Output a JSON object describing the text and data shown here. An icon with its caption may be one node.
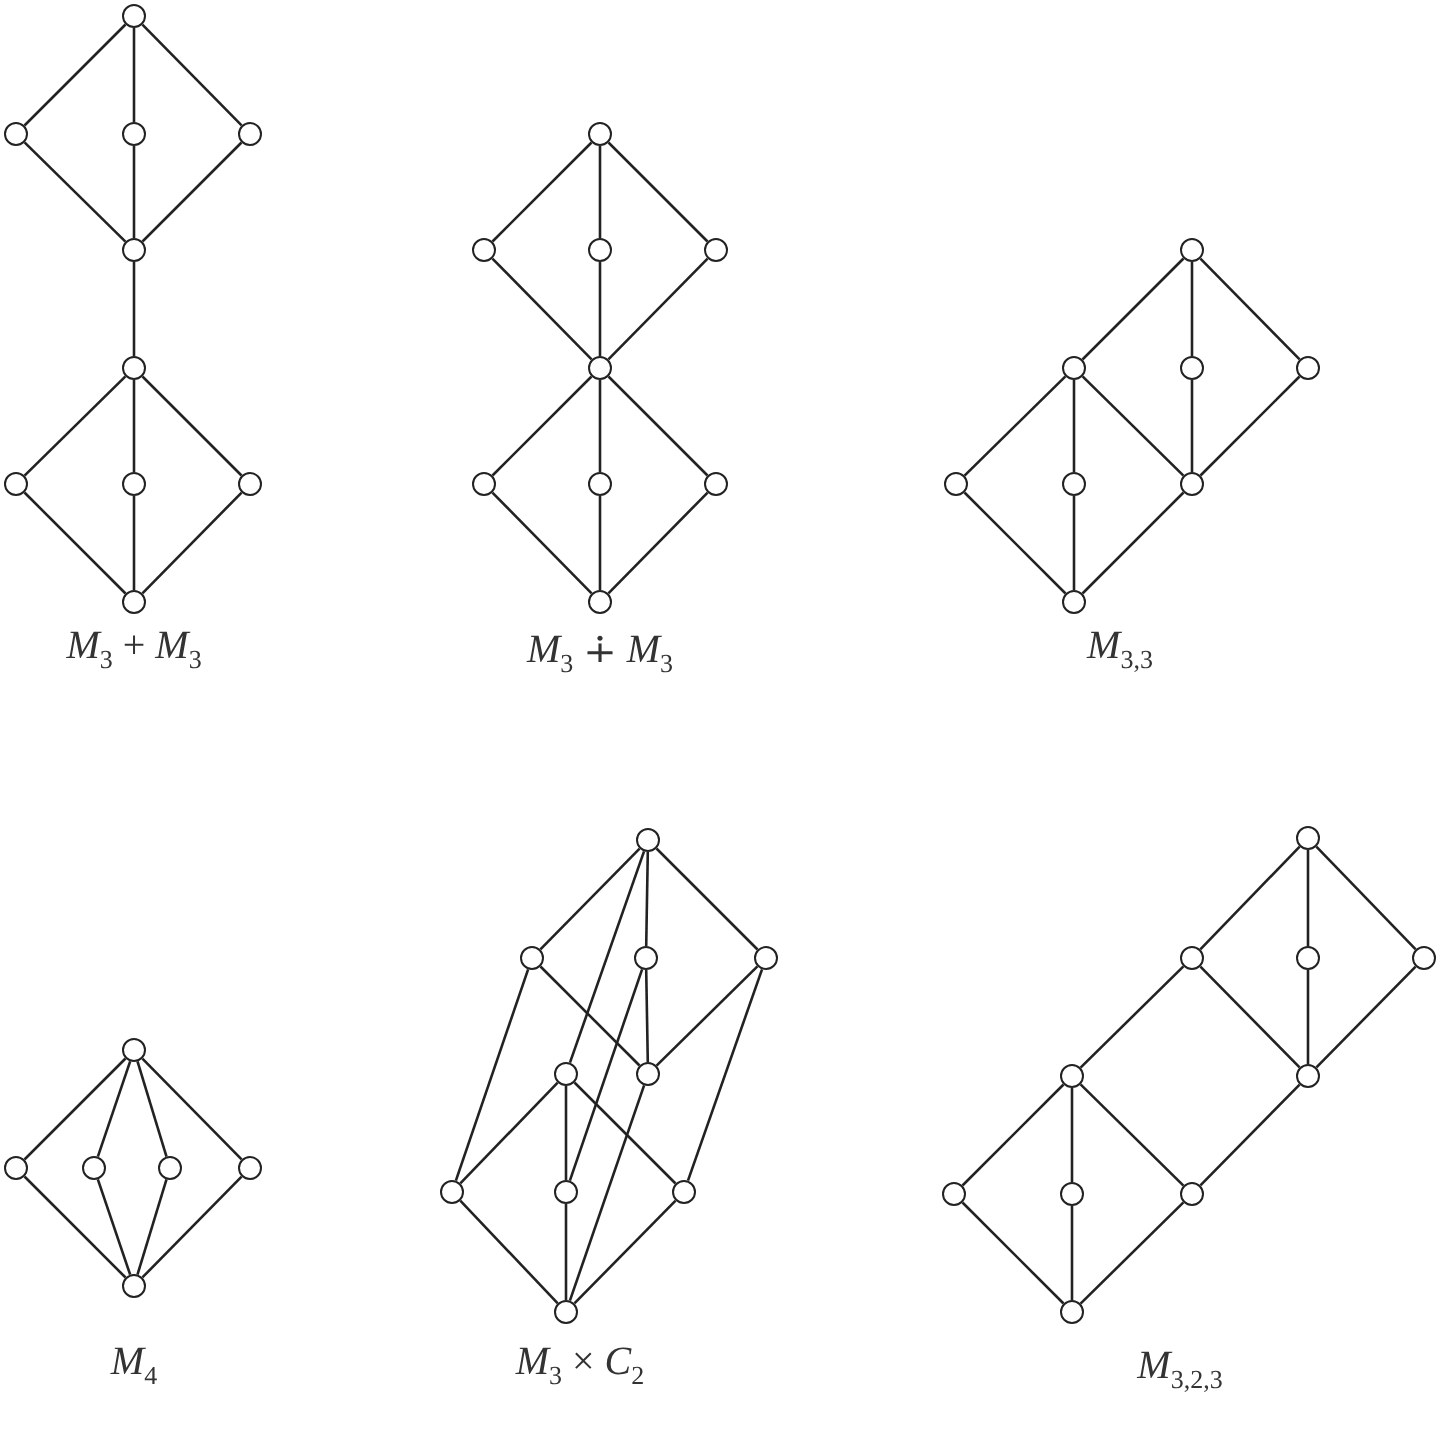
{
  "diagram": {
    "nodes": [
      {
        "text": [],
        "shape": "circle"
      },
      {
        "text": [],
        "shape": "circle"
      },
      {
        "text": [],
        "shape": "circle"
      },
      {
        "text": [],
        "shape": "circle"
      },
      {
        "text": [],
        "shape": "circle"
      },
      {
        "text": [],
        "shape": "circle"
      },
      {
        "text": [],
        "shape": "circle"
      },
      {
        "text": [],
        "shape": "circle"
      },
      {
        "text": [],
        "shape": "circle"
      },
      {
        "text": [],
        "shape": "circle"
      },
      {
        "text": [],
        "shape": "circle"
      },
      {
        "text": [],
        "shape": "circle"
      },
      {
        "text": [],
        "shape": "circle"
      },
      {
        "text": [],
        "shape": "circle"
      },
      {
        "text": [],
        "shape": "circle"
      },
      {
        "text": [],
        "shape": "circle"
      },
      {
        "text": [],
        "shape": "circle"
      },
      {
        "text": [],
        "shape": "circle"
      },
      {
        "text": [],
        "shape": "circle"
      },
      {
        "text": [],
        "shape": "circle"
      },
      {
        "text": [],
        "shape": "circle"
      },
      {
        "text": [],
        "shape": "circle"
      },
      {
        "text": [],
        "shape": "circle"
      },
      {
        "text": [],
        "shape": "circle"
      },
      {
        "text": [],
        "shape": "circle"
      },
      {
        "text": [],
        "shape": "circle"
      },
      {
        "text": [],
        "shape": "circle"
      },
      {
        "text": [],
        "shape": "circle"
      },
      {
        "text": [],
        "shape": "circle"
      },
      {
        "text": [],
        "shape": "circle"
      },
      {
        "text": [],
        "shape": "circle"
      },
      {
        "text": [],
        "shape": "circle"
      },
      {
        "text": [],
        "shape": "circle"
      },
      {
        "text": [],
        "shape": "circle"
      },
      {
        "text": [],
        "shape": "circle"
      },
      {
        "text": [],
        "shape": "circle"
      },
      {
        "text": [],
        "shape": "circle"
      },
      {
        "text": [],
        "shape": "circle"
      },
      {
        "text": [],
        "shape": "circle"
      },
      {
        "text": [],
        "shape": "circle"
      },
      {
        "text": [],
        "shape": "circle"
      },
      {
        "text": [],
        "shape": "circle"
      },
      {
        "text": [],
        "shape": "circle"
      },
      {
        "text": [],
        "shape": "circle"
      },
      {
        "text": [],
        "shape": "circle"
      },
      {
        "text": [],
        "shape": "circle"
      },
      {
        "text": [],
        "shape": "circle"
      },
      {
        "text": [],
        "shape": "circle"
      },
      {
        "text": [],
        "shape": "circle"
      },
      {
        "text": [],
        "shape": "circle"
      },
      {
        "text": [],
        "shape": "circle"
      },
      {
        "text": [],
        "shape": "circle"
      },
      {
        "text": [],
        "shape": "circle"
      }
    ],
    "edges": [
      {
        "from": 0,
        "to": 1,
        "arrow": "none"
      },
      {
        "from": 0,
        "to": 2,
        "arrow": "none"
      },
      {
        "from": 0,
        "to": 3,
        "arrow": "none"
      },
      {
        "from": 1,
        "to": 4,
        "arrow": "none"
      },
      {
        "from": 2,
        "to": 4,
        "arrow": "none"
      },
      {
        "from": 3,
        "to": 4,
        "arrow": "none"
      },
      {
        "from": 4,
        "to": 5,
        "arrow": "none"
      },
      {
        "from": 5,
        "to": 6,
        "arrow": "none"
      },
      {
        "from": 5,
        "to": 7,
        "arrow": "none"
      },
      {
        "from": 5,
        "to": 8,
        "arrow": "none"
      },
      {
        "from": 6,
        "to": 9,
        "arrow": "none"
      },
      {
        "from": 7,
        "to": 9,
        "arrow": "none"
      },
      {
        "from": 8,
        "to": 9,
        "arrow": "none"
      },
      {
        "from": 10,
        "to": 11,
        "arrow": "none"
      },
      {
        "from": 10,
        "to": 12,
        "arrow": "none"
      },
      {
        "from": 10,
        "to": 13,
        "arrow": "none"
      },
      {
        "from": 11,
        "to": 14,
        "arrow": "none"
      },
      {
        "from": 12,
        "to": 14,
        "arrow": "none"
      },
      {
        "from": 13,
        "to": 14,
        "arrow": "none"
      },
      {
        "from": 14,
        "to": 15,
        "arrow": "none"
      },
      {
        "from": 14,
        "to": 16,
        "arrow": "none"
      },
      {
        "from": 14,
        "to": 17,
        "arrow": "none"
      },
      {
        "from": 15,
        "to": 18,
        "arrow": "none"
      },
      {
        "from": 16,
        "to": 18,
        "arrow": "none"
      },
      {
        "from": 17,
        "to": 18,
        "arrow": "none"
      },
      {
        "from": 19,
        "to": 20,
        "arrow": "none"
      },
      {
        "from": 19,
        "to": 21,
        "arrow": "none"
      },
      {
        "from": 19,
        "to": 22,
        "arrow": "none"
      },
      {
        "from": 20,
        "to": 23,
        "arrow": "none"
      },
      {
        "from": 20,
        "to": 24,
        "arrow": "none"
      },
      {
        "from": 20,
        "to": 25,
        "arrow": "none"
      },
      {
        "from": 21,
        "to": 25,
        "arrow": "none"
      },
      {
        "from": 22,
        "to": 25,
        "arrow": "none"
      },
      {
        "from": 23,
        "to": 26,
        "arrow": "none"
      },
      {
        "from": 24,
        "to": 26,
        "arrow": "none"
      },
      {
        "from": 25,
        "to": 26,
        "arrow": "none"
      },
      {
        "from": 27,
        "to": 28,
        "arrow": "none"
      },
      {
        "from": 27,
        "to": 29,
        "arrow": "none"
      },
      {
        "from": 27,
        "to": 30,
        "arrow": "none"
      },
      {
        "from": 27,
        "to": 31,
        "arrow": "none"
      },
      {
        "from": 28,
        "to": 32,
        "arrow": "none"
      },
      {
        "from": 29,
        "to": 32,
        "arrow": "none"
      },
      {
        "from": 30,
        "to": 32,
        "arrow": "none"
      },
      {
        "from": 31,
        "to": 32,
        "arrow": "none"
      },
      {
        "from": 33,
        "to": 34,
        "arrow": "none"
      },
      {
        "from": 33,
        "to": 35,
        "arrow": "none"
      },
      {
        "from": 33,
        "to": 36,
        "arrow": "none"
      },
      {
        "from": 33,
        "to": 37,
        "arrow": "none"
      },
      {
        "from": 34,
        "to": 38,
        "arrow": "none"
      },
      {
        "from": 35,
        "to": 38,
        "arrow": "none"
      },
      {
        "from": 36,
        "to": 38,
        "arrow": "none"
      },
      {
        "from": 34,
        "to": 39,
        "arrow": "none"
      },
      {
        "from": 35,
        "to": 40,
        "arrow": "none"
      },
      {
        "from": 36,
        "to": 41,
        "arrow": "none"
      },
      {
        "from": 38,
        "to": 42,
        "arrow": "none"
      },
      {
        "from": 37,
        "to": 39,
        "arrow": "none"
      },
      {
        "from": 37,
        "to": 40,
        "arrow": "none"
      },
      {
        "from": 37,
        "to": 41,
        "arrow": "none"
      },
      {
        "from": 39,
        "to": 42,
        "arrow": "none"
      },
      {
        "from": 40,
        "to": 42,
        "arrow": "none"
      },
      {
        "from": 41,
        "to": 42,
        "arrow": "none"
      },
      {
        "from": 43,
        "to": 44,
        "arrow": "none"
      },
      {
        "from": 43,
        "to": 45,
        "arrow": "none"
      },
      {
        "from": 43,
        "to": 46,
        "arrow": "none"
      },
      {
        "from": 44,
        "to": 47,
        "arrow": "none"
      },
      {
        "from": 44,
        "to": 48,
        "arrow": "none"
      },
      {
        "from": 45,
        "to": 48,
        "arrow": "none"
      },
      {
        "from": 46,
        "to": 48,
        "arrow": "none"
      },
      {
        "from": 47,
        "to": 49,
        "arrow": "none"
      },
      {
        "from": 47,
        "to": 50,
        "arrow": "none"
      },
      {
        "from": 47,
        "to": 51,
        "arrow": "none"
      },
      {
        "from": 48,
        "to": 51,
        "arrow": "none"
      },
      {
        "from": 49,
        "to": 52,
        "arrow": "none"
      },
      {
        "from": 50,
        "to": 52,
        "arrow": "none"
      },
      {
        "from": 51,
        "to": 52,
        "arrow": "none"
      }
    ],
    "labels": [
      "*M*$_{3}$ + *M*$_{3}$",
      "*M*$_{3}$ ∔ *M*$_{3}$",
      "*M*$_{3,3}$",
      "*M*$_{4}$",
      "*M*$_{3}$ × *C*$_{2}$",
      "*M*$_{3,2,3}$"
    ]
  }
}
